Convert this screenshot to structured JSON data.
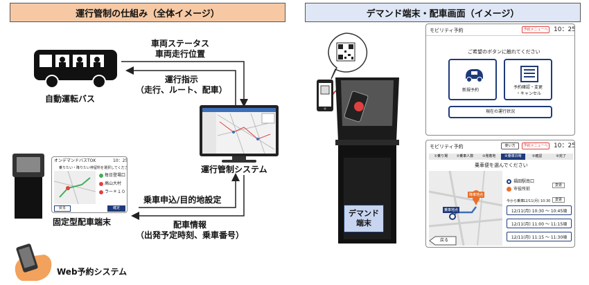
{
  "left_panel": {
    "header": "運行管制の仕組み（全体イメージ）",
    "vehicle_status_line1": "車両ステータス",
    "vehicle_status_line2": "車両走行位置",
    "operation_instruction_line1": "運行指示",
    "operation_instruction_line2": "（走行、ルート、配車）",
    "bus_label": "自動運転バス",
    "control_system_label": "運行管制システム",
    "boarding_request": "乗車申込/目的地設定",
    "fixed_terminal_label": "固定型配車端末",
    "dispatch_info_line1": "配車情報",
    "dispatch_info_line2": "（出発予定時刻、乗車番号）",
    "web_system_label": "Web予約システム",
    "mini_terminal": {
      "title": "オンデマンドバスTOK",
      "time": "10：25",
      "prompt": "乗りたい・降りたい停留所を選択してください",
      "stop1": "毎日登場口",
      "stop2": "高山大村",
      "stop3": "ラー＊１０",
      "btn_confirm": "確定",
      "btn_back": "戻る"
    }
  },
  "right_panel": {
    "header": "デマンド端末・配車画面（イメージ）",
    "kiosk_label_line1": "デマンド",
    "kiosk_label_line2": "端末",
    "screen1": {
      "app_name": "モビリティ予約",
      "menu_button": "予約メニューへ",
      "time": "10：25",
      "prompt": "ご希望のボタンに触れてください",
      "btn_new": "新規予約",
      "btn_manage_line1": "予約確認・変更",
      "btn_manage_line2": "・キャンセル",
      "btn_status": "現在の運行状況"
    },
    "screen2": {
      "app_name": "モビリティ予約",
      "help_button": "使い方",
      "menu_button": "予約メニューへ",
      "time": "10：25",
      "steps": [
        "①乗り場",
        "②乗車人数",
        "③発着地",
        "④乗車日時",
        "⑤確認",
        "⑥完了"
      ],
      "prompt": "乗車便を選んでください",
      "origin": "福田駅南口",
      "destination": "市役所前",
      "change_label": "変更",
      "departure_note": "今から乗車",
      "departure_time": "12/11(月) 10:30",
      "slots": [
        "12/11(月) 10:30 ～ 10:45頃",
        "12/11(月) 11:00 ～ 11:15頃",
        "12/11(月) 11:15 ～ 11:30頃"
      ],
      "map_start": "乗車地点",
      "map_end": "降車地点",
      "back_button": "戻る"
    }
  },
  "colors": {
    "left_header_bg": "#f6c9a4",
    "right_header_bg": "#dfe7f6",
    "kiosk_label_bg": "#c7d5f0",
    "app_navy": "#1f3a7a",
    "accent_orange": "#e8702a",
    "qr_red": "#e04040"
  }
}
